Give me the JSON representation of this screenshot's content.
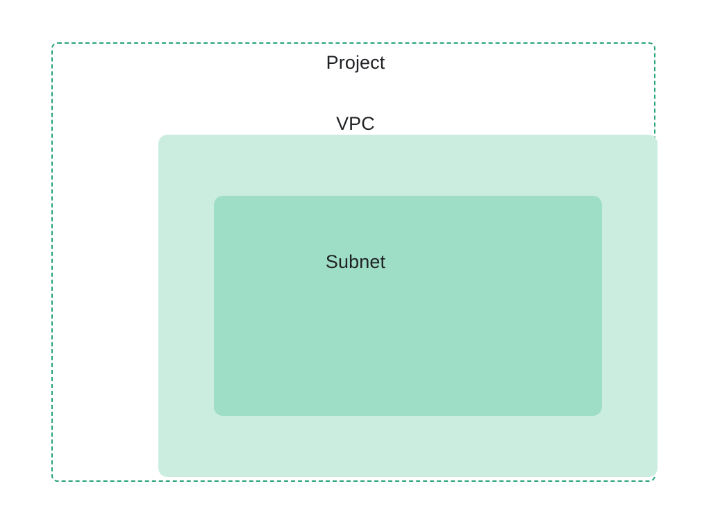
{
  "diagram": {
    "type": "nested-containment",
    "description": "Cloud networking scope hierarchy showing Project containing VPC containing Subnet",
    "background_color": "#ffffff",
    "layers": [
      {
        "id": "project",
        "label": "Project",
        "style": "dashed-outline",
        "stroke_color": "#26a37b",
        "fill_color": "none",
        "label_color": "#1f2124",
        "level": 0
      },
      {
        "id": "vpc",
        "label": "VPC",
        "style": "filled",
        "stroke_color": "none",
        "fill_color": "#cbede0",
        "label_color": "#1f2124",
        "level": 1
      },
      {
        "id": "subnet",
        "label": "Subnet",
        "style": "filled",
        "stroke_color": "none",
        "fill_color": "#9fdec6",
        "label_color": "#1f2124",
        "level": 2
      }
    ]
  }
}
